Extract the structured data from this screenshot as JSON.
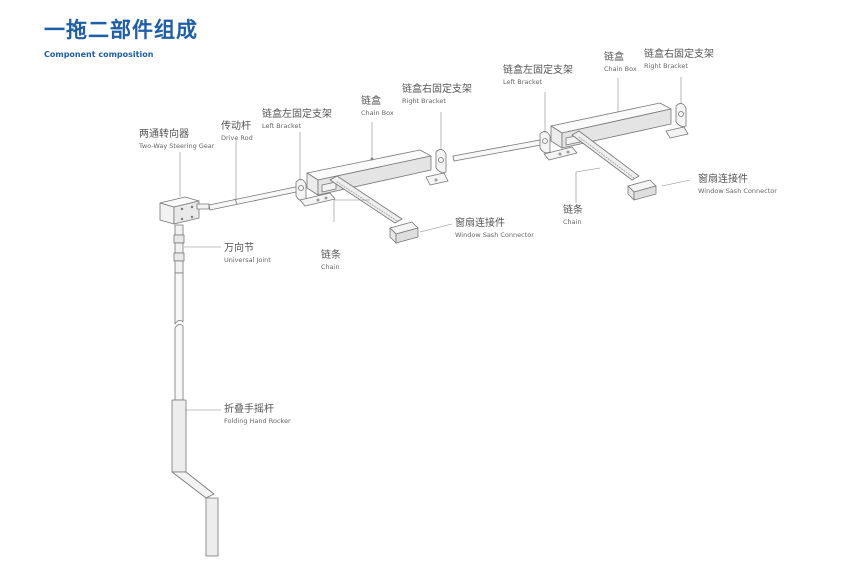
{
  "title": "一拖二部件组成",
  "subtitle": "Component composition",
  "labels": {
    "steering_gear": {
      "zh": "两通转向器",
      "en": "Two-Way Steering Gear"
    },
    "drive_rod": {
      "zh": "传动杆",
      "en": "Drive Rod"
    },
    "left_bracket_1": {
      "zh": "链盒左固定支架",
      "en": "Left Bracket"
    },
    "chain_box_1": {
      "zh": "链盒",
      "en": "Chain Box"
    },
    "right_bracket_1": {
      "zh": "链盒右固定支架",
      "en": "Right Bracket"
    },
    "left_bracket_2": {
      "zh": "链盒左固定支架",
      "en": "Left Bracket"
    },
    "chain_box_2": {
      "zh": "链盒",
      "en": "Chain Box"
    },
    "right_bracket_2": {
      "zh": "链盒右固定支架",
      "en": "Right Bracket"
    },
    "sash_connector_1": {
      "zh": "窗扇连接件",
      "en": "Window Sash Connector"
    },
    "sash_connector_2": {
      "zh": "窗扇连接件",
      "en": "Window Sash Connector"
    },
    "chain_1": {
      "zh": "链条",
      "en": "Chain"
    },
    "chain_2": {
      "zh": "链条",
      "en": "Chain"
    },
    "universal_joint": {
      "zh": "万向节",
      "en": "Universal Joint"
    },
    "hand_rocker": {
      "zh": "折叠手摇杆",
      "en": "Folding Hand Rocker"
    }
  }
}
